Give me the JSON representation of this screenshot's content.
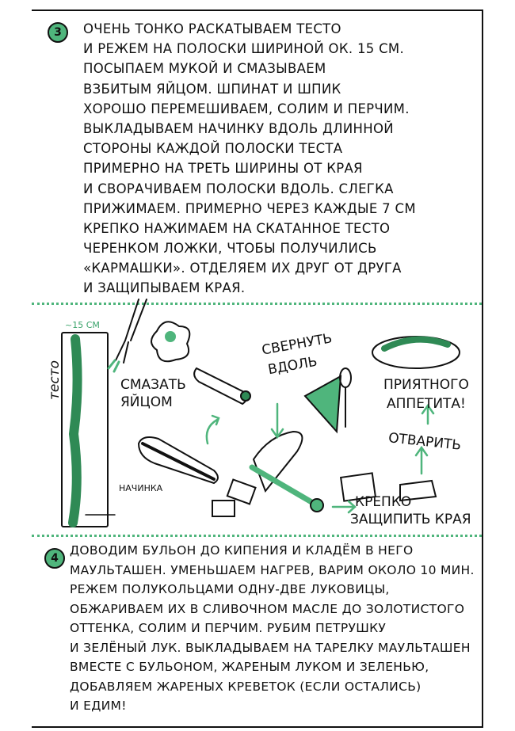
{
  "colors": {
    "accent": "#4fb57c",
    "ink": "#111111"
  },
  "step3": {
    "number": "3",
    "lines": [
      "Очень тонко раскатываем тесто",
      "и режем на полоски шириной ок. 15 см.",
      "Посыпаем мукой и смазываем",
      "взбитым яйцом. Шпинат и шпик",
      "хорошо перемешиваем, солим и перчим.",
      "Выкладываем начинку вдоль длинной",
      "стороны каждой полоски теста",
      "примерно на треть ширины от края",
      "и сворачиваем полоски вдоль. Слегка",
      "прижимаем. Примерно через каждые 7 см",
      "крепко нажимаем на скатанное тесто",
      "черенком ложки, чтобы получились",
      "«кармашки». Отделяем их друг от друга",
      "и защипываем края."
    ]
  },
  "illustration": {
    "width_label": "~15 см",
    "dough_label": "тесто",
    "filling_label": "начинка",
    "brush_label": [
      "смазать",
      "яйцом"
    ],
    "roll_label": [
      "свернуть",
      "вдоль"
    ],
    "pinch_label": [
      "крепко",
      "защипить края"
    ],
    "boil_label": "отварить",
    "enjoy_label": [
      "приятного",
      "аппетита!"
    ]
  },
  "step4": {
    "number": "4",
    "lines": [
      "Доводим бульон до кипения и кладём в него",
      "маульташен. Уменьшаем нагрев, варим около 10 мин.",
      "Режем полукольцами одну-две луковицы,",
      "обжариваем их в сливочном масле до золотистого",
      "оттенка, солим и перчим. Рубим петрушку",
      "и зелёный лук. Выкладываем на тарелку маульташен",
      "вместе с бульоном, жареным луком и зеленью,",
      "добавляем жареных креветок (если остались)",
      "и едим!"
    ]
  }
}
